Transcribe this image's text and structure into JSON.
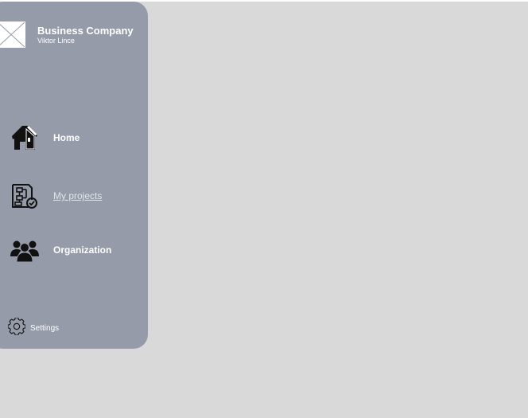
{
  "brand": {
    "company": "Business Company",
    "user": "Viktor Lince",
    "logo_icon": "image-placeholder-icon"
  },
  "nav": {
    "items": [
      {
        "label": "Home",
        "icon": "house-icon"
      },
      {
        "label": "My projects",
        "icon": "projects-icon",
        "active": true
      },
      {
        "label": "Organization",
        "icon": "people-icon"
      }
    ]
  },
  "settings": {
    "label": "Settings",
    "icon": "gear-icon"
  },
  "colors": {
    "background": "#d9d9d9",
    "sidebar": "#959ba8",
    "text": "#ffffff"
  }
}
